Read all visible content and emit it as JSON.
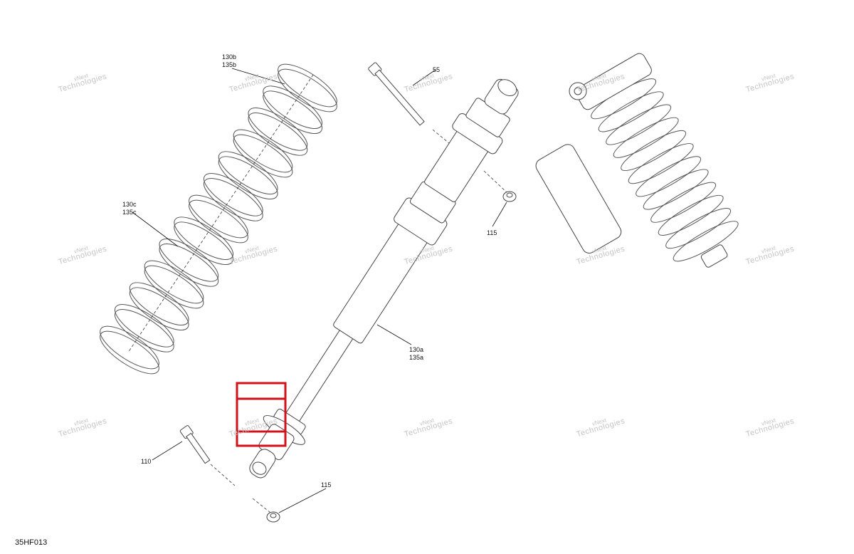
{
  "drawing_number": "35HF013",
  "callouts": {
    "spring_top_a": "130b",
    "spring_top_b": "135b",
    "bolt_top": "55",
    "spring_mid_a": "130c",
    "spring_mid_b": "135c",
    "nut_top": "115",
    "shock_a": "130a",
    "shock_b": "135a",
    "bolt_bottom": "110",
    "nut_bottom": "115"
  },
  "watermark": {
    "line1": "vNext",
    "line2": "Technologies",
    "full": "vNext Technologies"
  },
  "highlight_color": "#d0121b"
}
